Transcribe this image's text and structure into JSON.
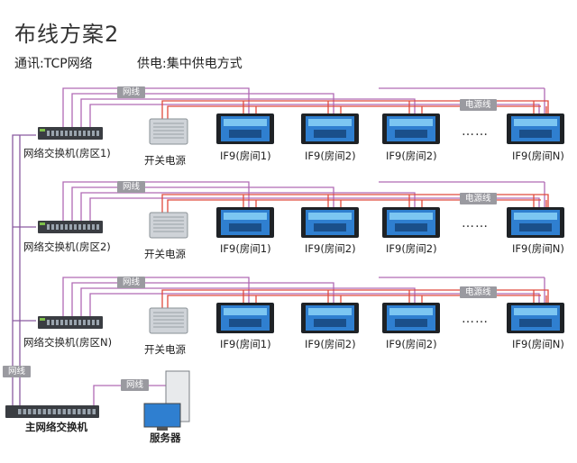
{
  "title": "布线方案2",
  "comm_label": "通讯:TCP网络",
  "power_label": "供电:集中供电方式",
  "tags": {
    "network": "网线",
    "power": "电源线"
  },
  "ellipsis": "……",
  "zones": [
    {
      "switch_label": "网络交换机(房区1)",
      "psu_label": "开关电源",
      "panels": [
        "IF9(房间1)",
        "IF9(房间2)",
        "IF9(房间2)",
        "IF9(房间N)"
      ]
    },
    {
      "switch_label": "网络交换机(房区2)",
      "psu_label": "开关电源",
      "panels": [
        "IF9(房间1)",
        "IF9(房间2)",
        "IF9(房间2)",
        "IF9(房间N)"
      ]
    },
    {
      "switch_label": "网络交换机(房区N)",
      "psu_label": "开关电源",
      "panels": [
        "IF9(房间1)",
        "IF9(房间2)",
        "IF9(房间2)",
        "IF9(房间N)"
      ]
    }
  ],
  "main_switch_label": "主网络交换机",
  "server_label": "服务器",
  "colors": {
    "network": "#b06ab5",
    "power": "#e04a3c",
    "bus": "#8a5aa0"
  }
}
